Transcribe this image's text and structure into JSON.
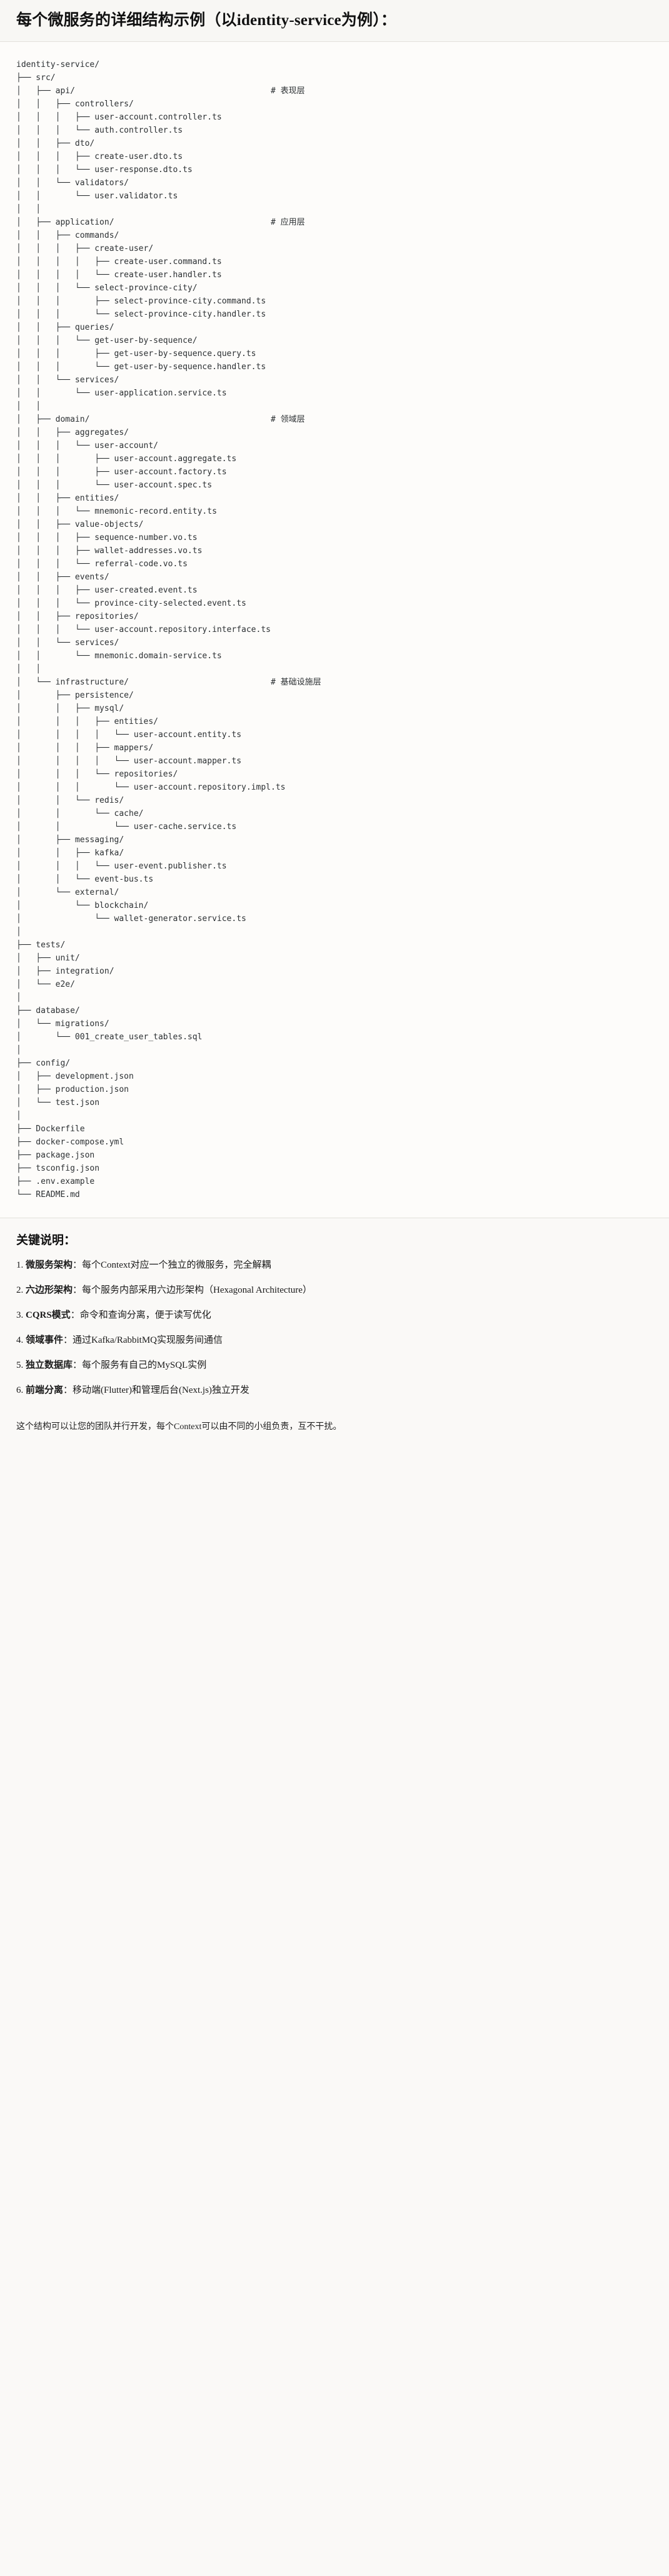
{
  "document": {
    "title": "每个微服务的详细结构示例（以identity-service为例）：",
    "root_name": "identity-service/"
  },
  "tree": {
    "comment_column": 52,
    "lines": [
      {
        "prefix": "",
        "name": "identity-service/",
        "comment": ""
      },
      {
        "prefix": "├── ",
        "name": "src/",
        "comment": ""
      },
      {
        "prefix": "│   ├── ",
        "name": "api/",
        "comment": "# 表现层"
      },
      {
        "prefix": "│   │   ├── ",
        "name": "controllers/",
        "comment": ""
      },
      {
        "prefix": "│   │   │   ├── ",
        "name": "user-account.controller.ts",
        "comment": ""
      },
      {
        "prefix": "│   │   │   └── ",
        "name": "auth.controller.ts",
        "comment": ""
      },
      {
        "prefix": "│   │   ├── ",
        "name": "dto/",
        "comment": ""
      },
      {
        "prefix": "│   │   │   ├── ",
        "name": "create-user.dto.ts",
        "comment": ""
      },
      {
        "prefix": "│   │   │   └── ",
        "name": "user-response.dto.ts",
        "comment": ""
      },
      {
        "prefix": "│   │   └── ",
        "name": "validators/",
        "comment": ""
      },
      {
        "prefix": "│   │       └── ",
        "name": "user.validator.ts",
        "comment": ""
      },
      {
        "prefix": "│   │",
        "name": "",
        "comment": ""
      },
      {
        "prefix": "│   ├── ",
        "name": "application/",
        "comment": "# 应用层"
      },
      {
        "prefix": "│   │   ├── ",
        "name": "commands/",
        "comment": ""
      },
      {
        "prefix": "│   │   │   ├── ",
        "name": "create-user/",
        "comment": ""
      },
      {
        "prefix": "│   │   │   │   ├── ",
        "name": "create-user.command.ts",
        "comment": ""
      },
      {
        "prefix": "│   │   │   │   └── ",
        "name": "create-user.handler.ts",
        "comment": ""
      },
      {
        "prefix": "│   │   │   └── ",
        "name": "select-province-city/",
        "comment": ""
      },
      {
        "prefix": "│   │   │       ├── ",
        "name": "select-province-city.command.ts",
        "comment": ""
      },
      {
        "prefix": "│   │   │       └── ",
        "name": "select-province-city.handler.ts",
        "comment": ""
      },
      {
        "prefix": "│   │   ├── ",
        "name": "queries/",
        "comment": ""
      },
      {
        "prefix": "│   │   │   └── ",
        "name": "get-user-by-sequence/",
        "comment": ""
      },
      {
        "prefix": "│   │   │       ├── ",
        "name": "get-user-by-sequence.query.ts",
        "comment": ""
      },
      {
        "prefix": "│   │   │       └── ",
        "name": "get-user-by-sequence.handler.ts",
        "comment": ""
      },
      {
        "prefix": "│   │   └── ",
        "name": "services/",
        "comment": ""
      },
      {
        "prefix": "│   │       └── ",
        "name": "user-application.service.ts",
        "comment": ""
      },
      {
        "prefix": "│   │",
        "name": "",
        "comment": ""
      },
      {
        "prefix": "│   ├── ",
        "name": "domain/",
        "comment": "# 领域层"
      },
      {
        "prefix": "│   │   ├── ",
        "name": "aggregates/",
        "comment": ""
      },
      {
        "prefix": "│   │   │   └── ",
        "name": "user-account/",
        "comment": ""
      },
      {
        "prefix": "│   │   │       ├── ",
        "name": "user-account.aggregate.ts",
        "comment": ""
      },
      {
        "prefix": "│   │   │       ├── ",
        "name": "user-account.factory.ts",
        "comment": ""
      },
      {
        "prefix": "│   │   │       └── ",
        "name": "user-account.spec.ts",
        "comment": ""
      },
      {
        "prefix": "│   │   ├── ",
        "name": "entities/",
        "comment": ""
      },
      {
        "prefix": "│   │   │   └── ",
        "name": "mnemonic-record.entity.ts",
        "comment": ""
      },
      {
        "prefix": "│   │   ├── ",
        "name": "value-objects/",
        "comment": ""
      },
      {
        "prefix": "│   │   │   ├── ",
        "name": "sequence-number.vo.ts",
        "comment": ""
      },
      {
        "prefix": "│   │   │   ├── ",
        "name": "wallet-addresses.vo.ts",
        "comment": ""
      },
      {
        "prefix": "│   │   │   └── ",
        "name": "referral-code.vo.ts",
        "comment": ""
      },
      {
        "prefix": "│   │   ├── ",
        "name": "events/",
        "comment": ""
      },
      {
        "prefix": "│   │   │   ├── ",
        "name": "user-created.event.ts",
        "comment": ""
      },
      {
        "prefix": "│   │   │   └── ",
        "name": "province-city-selected.event.ts",
        "comment": ""
      },
      {
        "prefix": "│   │   ├── ",
        "name": "repositories/",
        "comment": ""
      },
      {
        "prefix": "│   │   │   └── ",
        "name": "user-account.repository.interface.ts",
        "comment": ""
      },
      {
        "prefix": "│   │   └── ",
        "name": "services/",
        "comment": ""
      },
      {
        "prefix": "│   │       └── ",
        "name": "mnemonic.domain-service.ts",
        "comment": ""
      },
      {
        "prefix": "│   │",
        "name": "",
        "comment": ""
      },
      {
        "prefix": "│   └── ",
        "name": "infrastructure/",
        "comment": "# 基础设施层"
      },
      {
        "prefix": "│       ├── ",
        "name": "persistence/",
        "comment": ""
      },
      {
        "prefix": "│       │   ├── ",
        "name": "mysql/",
        "comment": ""
      },
      {
        "prefix": "│       │   │   ├── ",
        "name": "entities/",
        "comment": ""
      },
      {
        "prefix": "│       │   │   │   └── ",
        "name": "user-account.entity.ts",
        "comment": ""
      },
      {
        "prefix": "│       │   │   ├── ",
        "name": "mappers/",
        "comment": ""
      },
      {
        "prefix": "│       │   │   │   └── ",
        "name": "user-account.mapper.ts",
        "comment": ""
      },
      {
        "prefix": "│       │   │   └── ",
        "name": "repositories/",
        "comment": ""
      },
      {
        "prefix": "│       │   │       └── ",
        "name": "user-account.repository.impl.ts",
        "comment": ""
      },
      {
        "prefix": "│       │   └── ",
        "name": "redis/",
        "comment": ""
      },
      {
        "prefix": "│       │       └── ",
        "name": "cache/",
        "comment": ""
      },
      {
        "prefix": "│       │           └── ",
        "name": "user-cache.service.ts",
        "comment": ""
      },
      {
        "prefix": "│       ├── ",
        "name": "messaging/",
        "comment": ""
      },
      {
        "prefix": "│       │   ├── ",
        "name": "kafka/",
        "comment": ""
      },
      {
        "prefix": "│       │   │   └── ",
        "name": "user-event.publisher.ts",
        "comment": ""
      },
      {
        "prefix": "│       │   └── ",
        "name": "event-bus.ts",
        "comment": ""
      },
      {
        "prefix": "│       └── ",
        "name": "external/",
        "comment": ""
      },
      {
        "prefix": "│           └── ",
        "name": "blockchain/",
        "comment": ""
      },
      {
        "prefix": "│               └── ",
        "name": "wallet-generator.service.ts",
        "comment": ""
      },
      {
        "prefix": "│",
        "name": "",
        "comment": ""
      },
      {
        "prefix": "├── ",
        "name": "tests/",
        "comment": ""
      },
      {
        "prefix": "│   ├── ",
        "name": "unit/",
        "comment": ""
      },
      {
        "prefix": "│   ├── ",
        "name": "integration/",
        "comment": ""
      },
      {
        "prefix": "│   └── ",
        "name": "e2e/",
        "comment": ""
      },
      {
        "prefix": "│",
        "name": "",
        "comment": ""
      },
      {
        "prefix": "├── ",
        "name": "database/",
        "comment": ""
      },
      {
        "prefix": "│   └── ",
        "name": "migrations/",
        "comment": ""
      },
      {
        "prefix": "│       └── ",
        "name": "001_create_user_tables.sql",
        "comment": ""
      },
      {
        "prefix": "│",
        "name": "",
        "comment": ""
      },
      {
        "prefix": "├── ",
        "name": "config/",
        "comment": ""
      },
      {
        "prefix": "│   ├── ",
        "name": "development.json",
        "comment": ""
      },
      {
        "prefix": "│   ├── ",
        "name": "production.json",
        "comment": ""
      },
      {
        "prefix": "│   └── ",
        "name": "test.json",
        "comment": ""
      },
      {
        "prefix": "│",
        "name": "",
        "comment": ""
      },
      {
        "prefix": "├── ",
        "name": "Dockerfile",
        "comment": ""
      },
      {
        "prefix": "├── ",
        "name": "docker-compose.yml",
        "comment": ""
      },
      {
        "prefix": "├── ",
        "name": "package.json",
        "comment": ""
      },
      {
        "prefix": "├── ",
        "name": "tsconfig.json",
        "comment": ""
      },
      {
        "prefix": "├── ",
        "name": ".env.example",
        "comment": ""
      },
      {
        "prefix": "└── ",
        "name": "README.md",
        "comment": ""
      }
    ]
  },
  "notes": {
    "heading": "关键说明：",
    "items": [
      {
        "label": "微服务架构",
        "sep": "：",
        "text": "每个Context对应一个独立的微服务，完全解耦"
      },
      {
        "label": "六边形架构",
        "sep": "：",
        "text": "每个服务内部采用六边形架构（Hexagonal Architecture）"
      },
      {
        "label": "CQRS模式",
        "sep": "：",
        "text": "命令和查询分离，便于读写优化"
      },
      {
        "label": "领域事件",
        "sep": "：",
        "text": "通过Kafka/RabbitMQ实现服务间通信"
      },
      {
        "label": "独立数据库",
        "sep": "：",
        "text": "每个服务有自己的MySQL实例"
      },
      {
        "label": "前端分离",
        "sep": "：",
        "text": "移动端(Flutter)和管理后台(Next.js)独立开发"
      }
    ]
  },
  "footer": {
    "text": "这个结构可以让您的团队并行开发，每个Context可以由不同的小组负责，互不干扰。"
  }
}
